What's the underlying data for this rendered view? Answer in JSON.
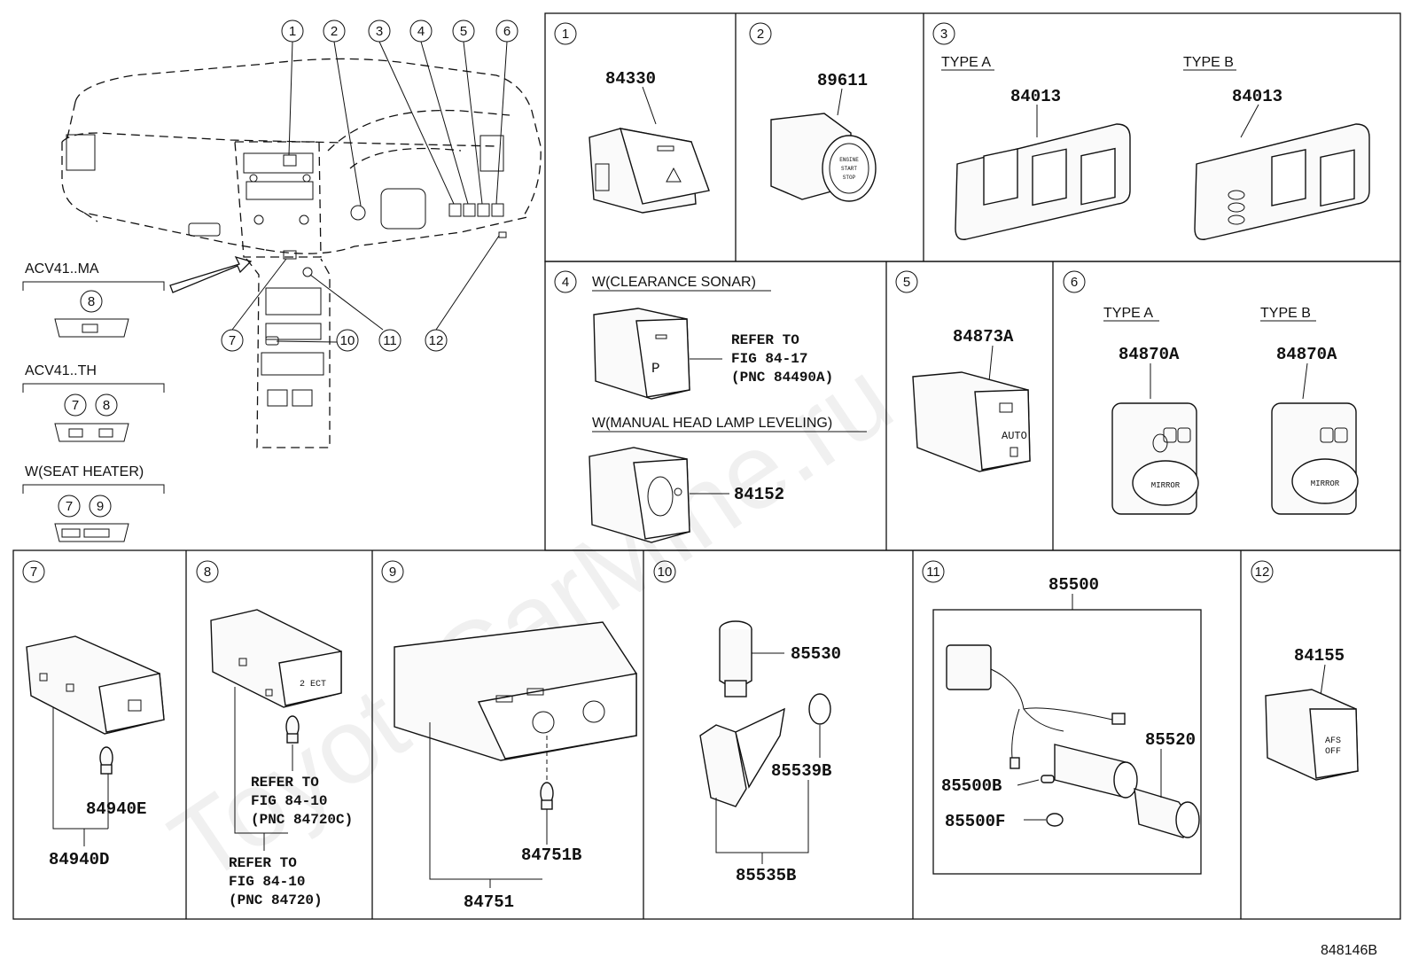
{
  "watermark": "ToyotaCarMine.ru",
  "diagram_id": "848146B",
  "overview": {
    "callouts": [
      "1",
      "2",
      "3",
      "4",
      "5",
      "6",
      "7",
      "8",
      "9",
      "10",
      "11",
      "12"
    ],
    "variants": [
      {
        "label": "ACV41..MA",
        "callouts": [
          "8"
        ]
      },
      {
        "label": "ACV41..TH",
        "callouts": [
          "7",
          "8"
        ]
      },
      {
        "label": "W(SEAT HEATER)",
        "callouts": [
          "7",
          "9"
        ]
      }
    ]
  },
  "panels": {
    "p1": {
      "num": "1",
      "parts": [
        "84330"
      ]
    },
    "p2": {
      "num": "2",
      "parts": [
        "89611"
      ],
      "button_text": [
        "ENGINE",
        "START",
        "STOP"
      ]
    },
    "p3": {
      "num": "3",
      "type_a": "TYPE A",
      "type_b": "TYPE B",
      "part_a": "84013",
      "part_b": "84013"
    },
    "p4": {
      "num": "4",
      "note1": "W(CLEARANCE SONAR)",
      "ref1": [
        "REFER TO",
        "FIG 84-17",
        "(PNC 84490A)"
      ],
      "note2": "W(MANUAL HEAD LAMP LEVELING)",
      "part2": "84152"
    },
    "p5": {
      "num": "5",
      "part": "84873A",
      "button_text": "AUTO"
    },
    "p6": {
      "num": "6",
      "type_a": "TYPE A",
      "type_b": "TYPE B",
      "part_a": "84870A",
      "part_b": "84870A",
      "knob_text": "MIRROR"
    },
    "p7": {
      "num": "7",
      "part_bulb": "84940E",
      "part_assy": "84940D"
    },
    "p8": {
      "num": "8",
      "button_text": "2 ECT",
      "ref1": [
        "REFER TO",
        "FIG 84-10",
        "(PNC 84720C)"
      ],
      "ref2": [
        "REFER TO",
        "FIG 84-10",
        "(PNC 84720)"
      ]
    },
    "p9": {
      "num": "9",
      "part_bulb": "84751B",
      "part_assy": "84751"
    },
    "p10": {
      "num": "10",
      "parts": [
        "85530",
        "85539B",
        "85535B"
      ]
    },
    "p11": {
      "num": "11",
      "parts": [
        "85500",
        "85520",
        "85500B",
        "85500F"
      ]
    },
    "p12": {
      "num": "12",
      "part": "84155",
      "button_text": [
        "AFS",
        "OFF"
      ]
    }
  }
}
